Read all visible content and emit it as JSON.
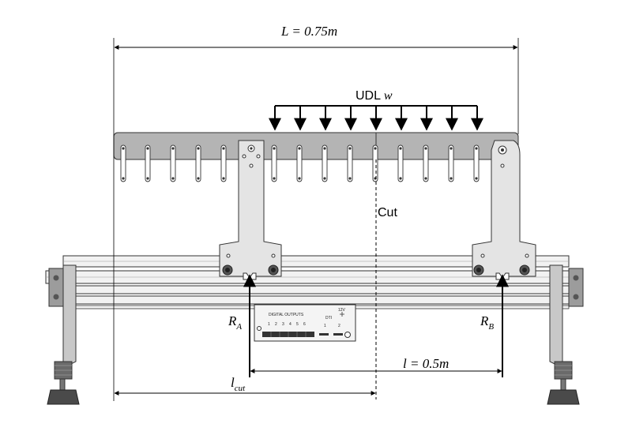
{
  "labels": {
    "length_symbol": "L",
    "length_value": " = 0.75m",
    "udl_text": "UDL ",
    "udl_symbol": "w",
    "cut": "Cut",
    "ra_main": "R",
    "ra_sub": "A",
    "rb_main": "R",
    "rb_sub": "B",
    "span_symbol": "l",
    "span_value": " = 0.5m",
    "lcut_main": "l",
    "lcut_sub": "cut"
  },
  "panel": {
    "title": "DIGITAL OUTPUTS",
    "channels": [
      "1",
      "2",
      "3",
      "4",
      "5",
      "6"
    ],
    "dti_title": "DTI",
    "dti_channels": [
      "1",
      "2"
    ],
    "power_label": "12V"
  },
  "colors": {
    "beam": "#b4b4b4",
    "plate": "#e4e4e4",
    "outline": "#333333",
    "rail": "#f2f2f2",
    "foot": "#4a4a4a"
  }
}
